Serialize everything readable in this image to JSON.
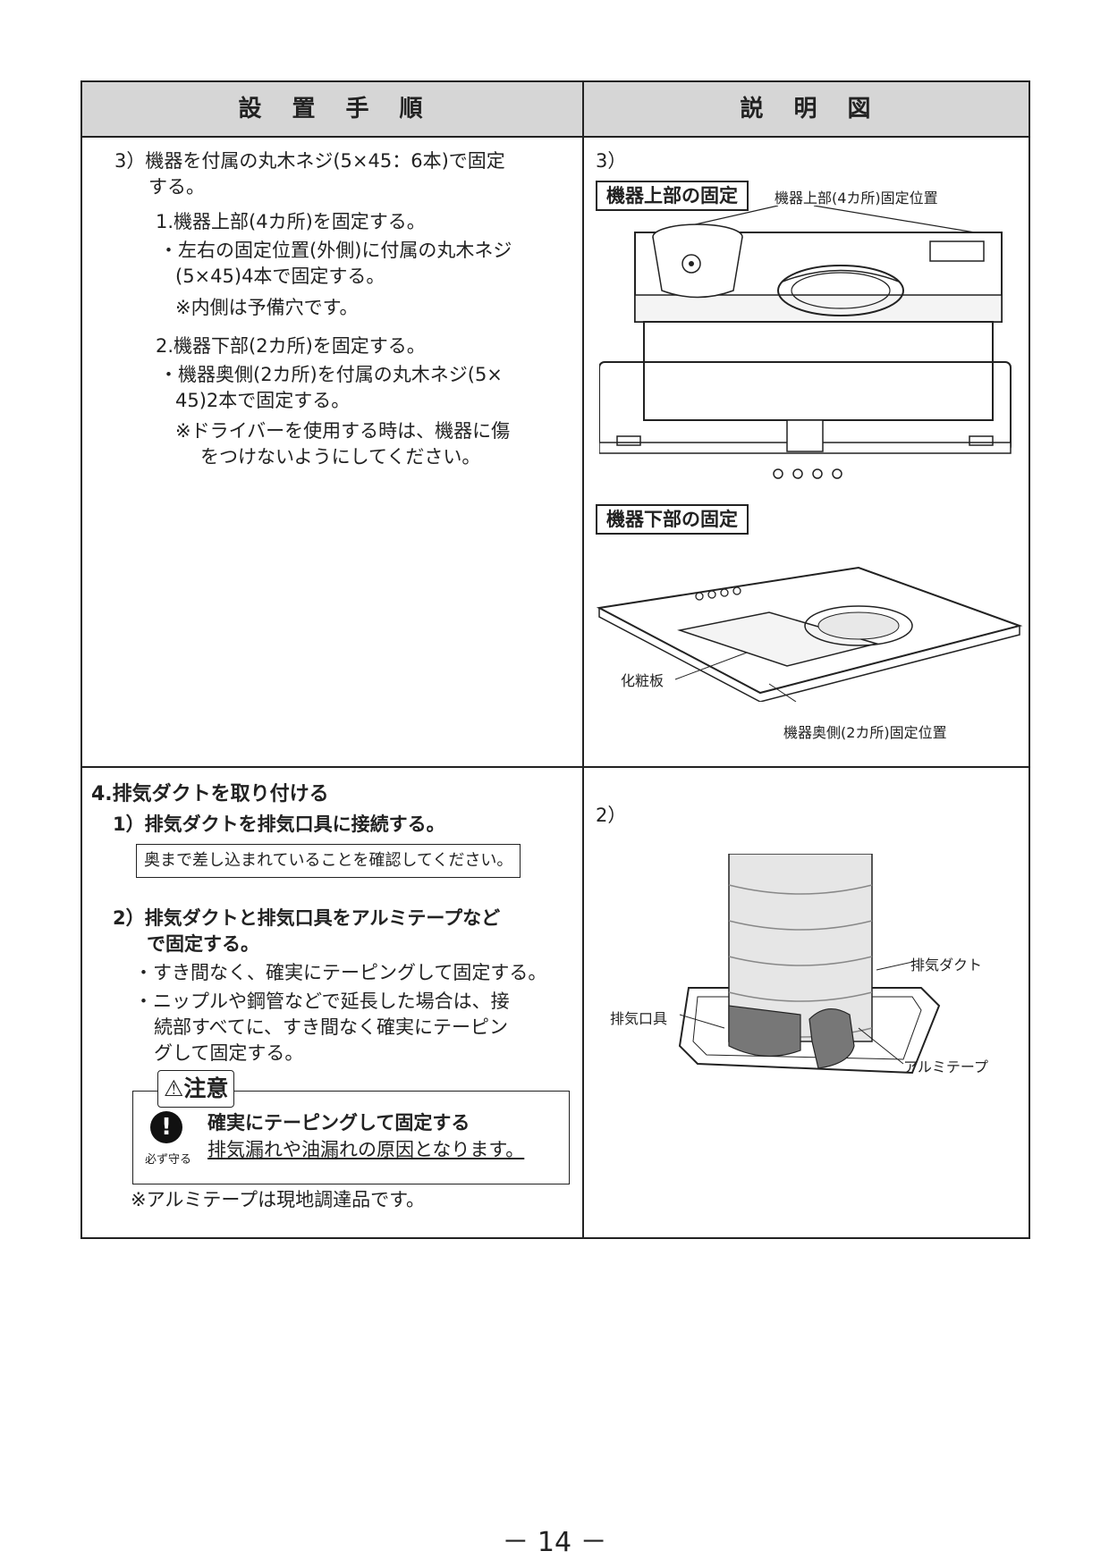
{
  "header": {
    "col1": "設　置　手　順",
    "col2": "説　明　図"
  },
  "step3": {
    "title_line1": "3）機器を付属の丸木ネジ(5×45：6本)で固定",
    "title_line2": "する。",
    "sub1_title": "1.機器上部(4カ所)を固定する。",
    "sub1_b1_line1": "・左右の固定位置(外側)に付属の丸木ネジ",
    "sub1_b1_line2": "(5×45)4本で固定する。",
    "sub1_note": "※内側は予備穴です。",
    "sub2_title": "2.機器下部(2カ所)を固定する。",
    "sub2_b1_line1": "・機器奥側(2カ所)を付属の丸木ネジ(5×",
    "sub2_b1_line2": "45)2本で固定する。",
    "sub2_note_line1": "※ドライバーを使用する時は、機器に傷",
    "sub2_note_line2": "をつけないようにしてください。"
  },
  "fig3": {
    "num": "3）",
    "upper_box": "機器上部の固定",
    "upper_label": "機器上部(4カ所)固定位置",
    "lower_box": "機器下部の固定",
    "panel_label": "化粧板",
    "back_label": "機器奥側(2カ所)固定位置"
  },
  "section4": {
    "title": "4.排気ダクトを取り付ける",
    "s1_title": "1）排気ダクトを排気口具に接続する。",
    "s1_box": "奥まで差し込まれていることを確認してください。",
    "s2_title_line1": "2）排気ダクトと排気口具をアルミテープなど",
    "s2_title_line2": "で固定する。",
    "s2_b1": "・すき間なく、確実にテーピングして固定する。",
    "s2_b2_line1": "・ニップルや鋼管などで延長した場合は、接",
    "s2_b2_line2": "続部すべてに、すき間なく確実にテーピン",
    "s2_b2_line3": "グして固定する。",
    "caution_title": "⚠注意",
    "caution_icon_label": "必ず守る",
    "caution_head": "確実にテーピングして固定する",
    "caution_body": "排気漏れや油漏れの原因となります。",
    "footnote": "※アルミテープは現地調達品です。"
  },
  "fig4": {
    "num": "2）",
    "duct_label": "排気ダクト",
    "outlet_label": "排気口具",
    "tape_label": "アルミテープ"
  },
  "page": {
    "number": "－ 14 －"
  }
}
